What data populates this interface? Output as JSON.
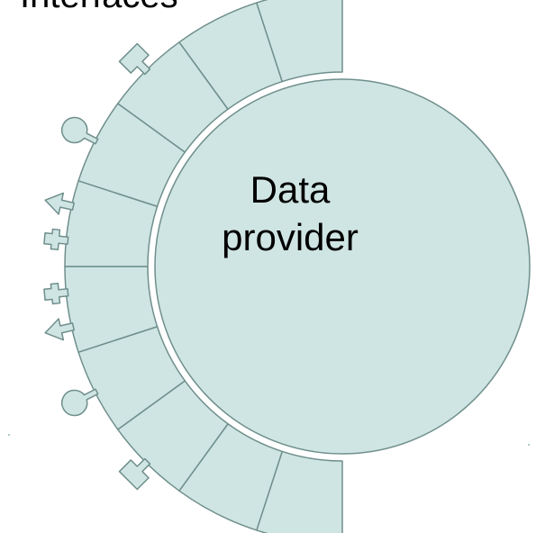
{
  "title": "Interfaces",
  "center_label": {
    "line1": "Data",
    "line2": "provider"
  },
  "colors": {
    "fill": "#cfe5e3",
    "stroke": "#6f8f8c",
    "text": "#000000",
    "background": "#ffffff"
  },
  "segment_count": 10,
  "connectors": [
    {
      "segment": 2,
      "shape": "square"
    },
    {
      "segment": 3,
      "shape": "circle"
    },
    {
      "segment": 4,
      "shape": "arrow"
    },
    {
      "segment": 4,
      "shape": "cross"
    },
    {
      "segment": 5,
      "shape": "cross"
    },
    {
      "segment": 5,
      "shape": "arrow"
    },
    {
      "segment": 6,
      "shape": "circle"
    },
    {
      "segment": 7,
      "shape": "square"
    }
  ]
}
